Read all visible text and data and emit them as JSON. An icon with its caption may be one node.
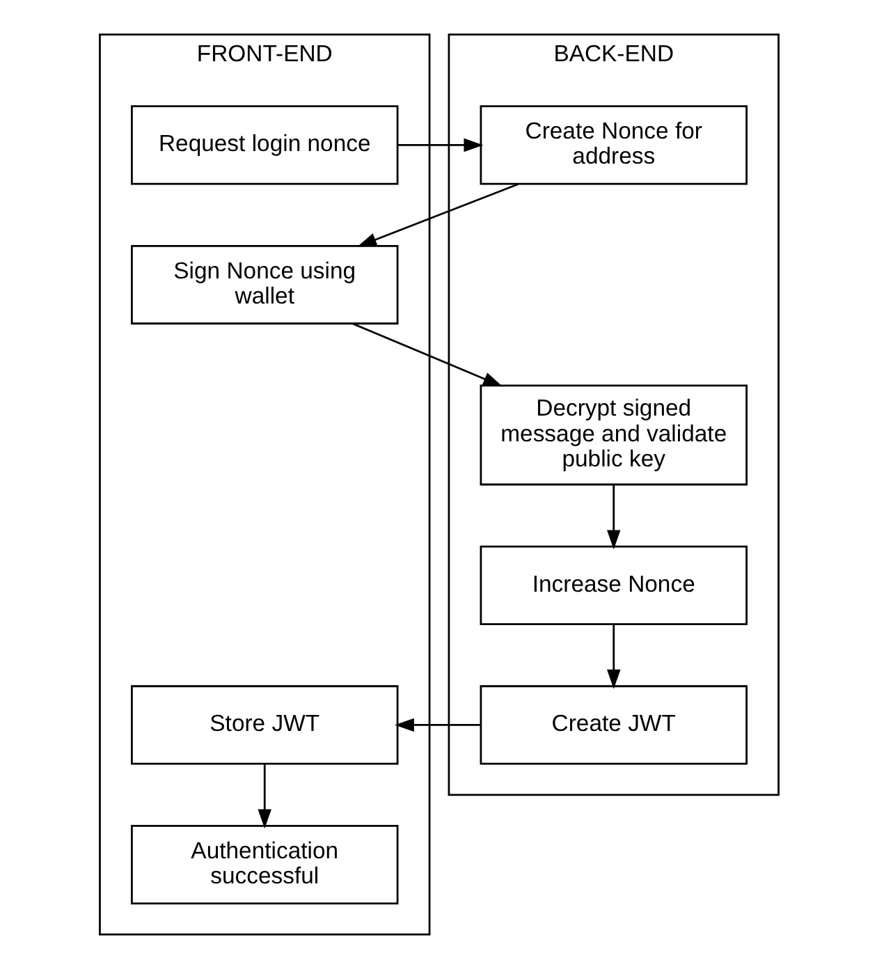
{
  "diagram": {
    "nodes": [
      {
        "text": [
          "FRONT-END"
        ]
      },
      {
        "text": [
          "BACK-END"
        ]
      },
      {
        "text": [
          "Request login nonce"
        ],
        "in": 0
      },
      {
        "text": [
          "Create Nonce for address"
        ],
        "in": 1
      },
      {
        "text": [
          "Sign Nonce using wallet"
        ],
        "in": 0
      },
      {
        "text": [
          "Decrypt signed message and validate public key"
        ],
        "in": 1
      },
      {
        "text": [
          "Increase Nonce"
        ],
        "in": 1
      },
      {
        "text": [
          "Create JWT"
        ],
        "in": 1
      },
      {
        "text": [
          "Store JWT"
        ],
        "in": 0
      },
      {
        "text": [
          "Authentication successful"
        ],
        "in": 0
      }
    ],
    "edges": [
      {
        "from": 2,
        "to": 3,
        "arrow": "to"
      },
      {
        "from": 3,
        "to": 4,
        "arrow": "to"
      },
      {
        "from": 4,
        "to": 5,
        "arrow": "to"
      },
      {
        "from": 5,
        "to": 6,
        "arrow": "to"
      },
      {
        "from": 6,
        "to": 7,
        "arrow": "to"
      },
      {
        "from": 7,
        "to": 8,
        "arrow": "to"
      },
      {
        "from": 8,
        "to": 9,
        "arrow": "to"
      }
    ]
  }
}
